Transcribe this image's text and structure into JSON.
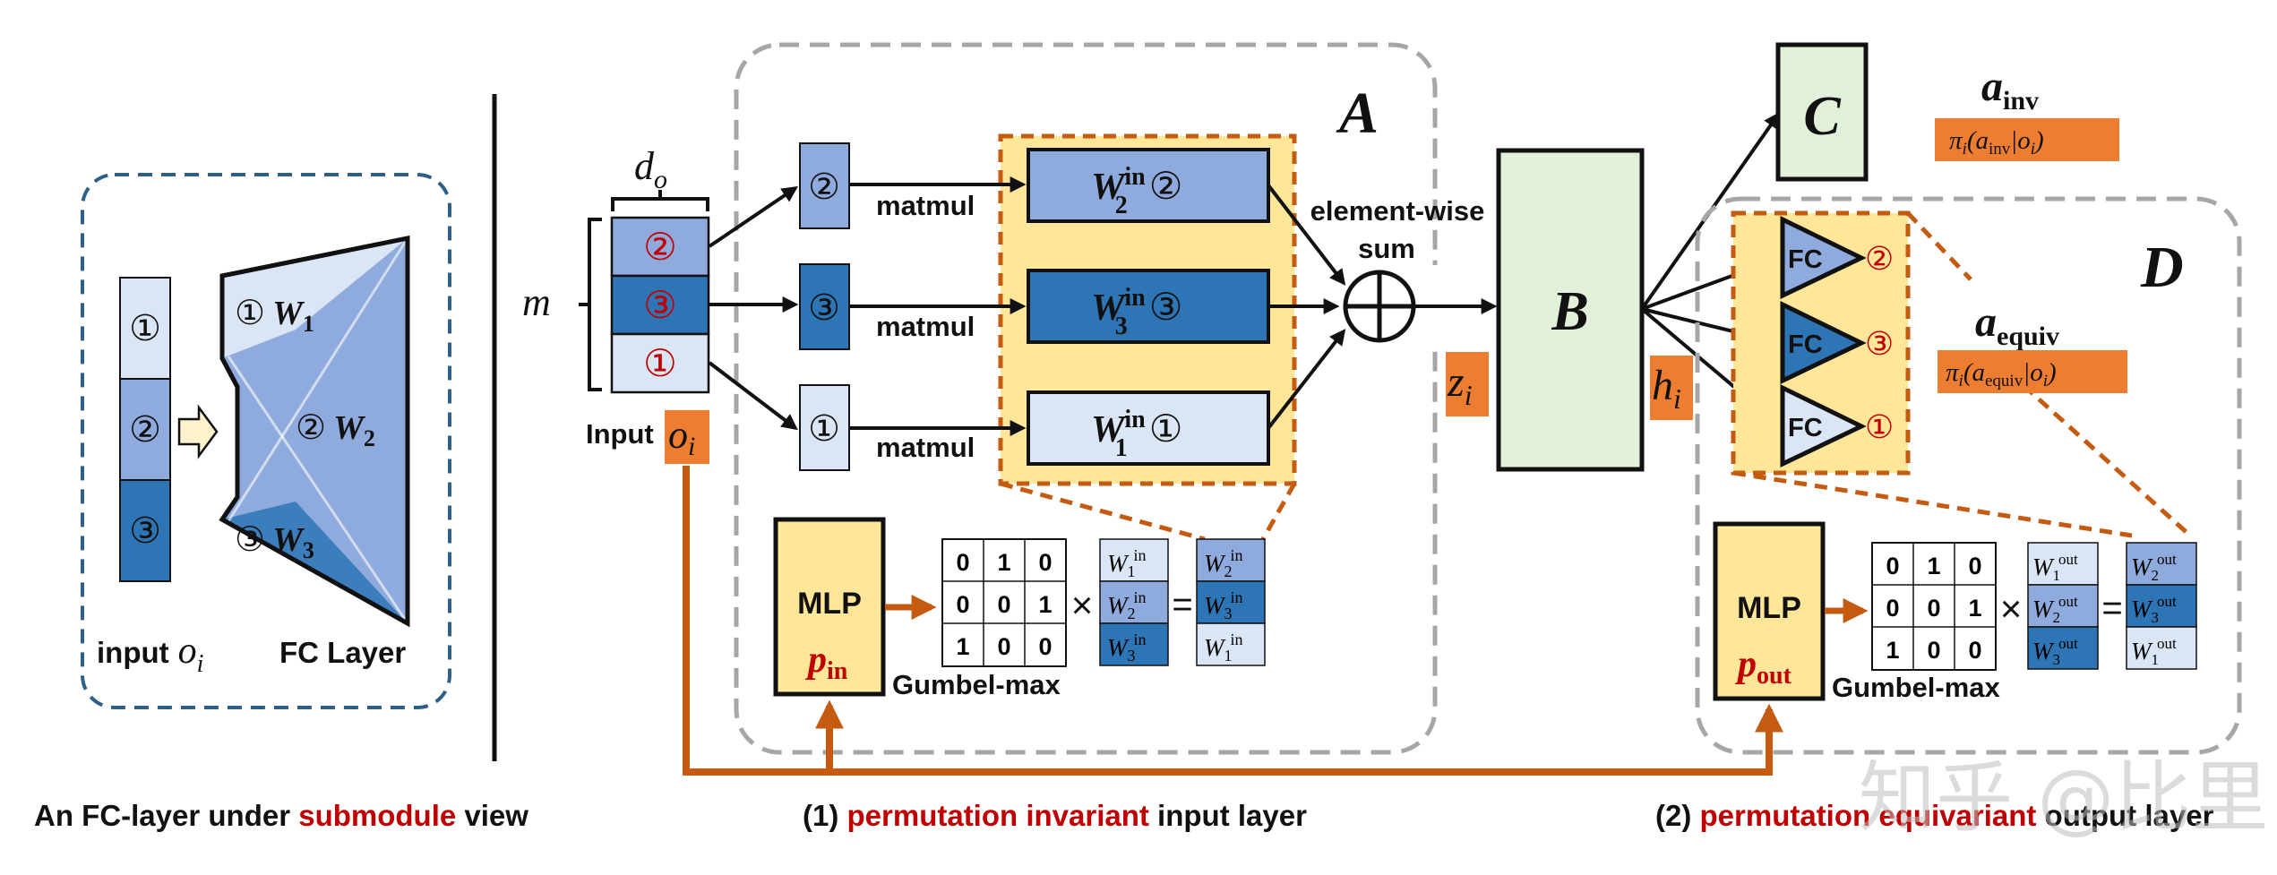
{
  "left_panel": {
    "slots": [
      "①",
      "②",
      "③"
    ],
    "weights": [
      {
        "num": "①",
        "w": "W",
        "sub": "1"
      },
      {
        "num": "②",
        "w": "W",
        "sub": "2"
      },
      {
        "num": "③",
        "w": "W",
        "sub": "3"
      }
    ],
    "input_label": "input",
    "input_var": "o",
    "input_sub": "i",
    "fc_label": "FC Layer"
  },
  "input_block": {
    "d": "d",
    "d_sub": "o",
    "m": "m",
    "rows": [
      "②",
      "③",
      "①"
    ],
    "label": "Input",
    "var": "o",
    "var_sub": "i"
  },
  "module_a": {
    "letter": "A",
    "slots": [
      "②",
      "③",
      "①"
    ],
    "matmul": "matmul",
    "weights": [
      {
        "w": "W",
        "sup": "in",
        "sub": "2",
        "num": "②"
      },
      {
        "w": "W",
        "sup": "in",
        "sub": "3",
        "num": "③"
      },
      {
        "w": "W",
        "sup": "in",
        "sub": "1",
        "num": "①"
      }
    ],
    "sum_line1": "element-wise",
    "sum_line2": "sum",
    "mlp": "MLP",
    "p": "p",
    "p_sub": "in",
    "gumbel": "Gumbel-max",
    "perm_matrix": [
      [
        "0",
        "1",
        "0"
      ],
      [
        "0",
        "0",
        "1"
      ],
      [
        "1",
        "0",
        "0"
      ]
    ],
    "times": "×",
    "equals": "=",
    "w_in": [
      {
        "w": "W",
        "sub": "1",
        "sup": "in"
      },
      {
        "w": "W",
        "sub": "2",
        "sup": "in"
      },
      {
        "w": "W",
        "sub": "3",
        "sup": "in"
      }
    ],
    "w_out": [
      {
        "w": "W",
        "sub": "2",
        "sup": "in"
      },
      {
        "w": "W",
        "sub": "3",
        "sup": "in"
      },
      {
        "w": "W",
        "sub": "1",
        "sup": "in"
      }
    ]
  },
  "z": {
    "var": "z",
    "sub": "i"
  },
  "module_b": {
    "letter": "B"
  },
  "h": {
    "var": "h",
    "sub": "i"
  },
  "module_c": {
    "letter": "C"
  },
  "a_inv": {
    "a": "a",
    "a_sub": "inv",
    "pi": "π",
    "pi_sub": "i",
    "pi_arg_a": "a",
    "pi_arg_sub": "inv",
    "pi_arg_o": "o",
    "pi_arg_o_sub": "i"
  },
  "module_d": {
    "letter": "D",
    "fc": "FC",
    "outs": [
      "②",
      "③",
      "①"
    ],
    "mlp": "MLP",
    "p": "p",
    "p_sub": "out",
    "gumbel": "Gumbel-max",
    "perm_matrix": [
      [
        "0",
        "1",
        "0"
      ],
      [
        "0",
        "0",
        "1"
      ],
      [
        "1",
        "0",
        "0"
      ]
    ],
    "times": "×",
    "equals": "=",
    "w_in": [
      {
        "w": "W",
        "sub": "1",
        "sup": "out"
      },
      {
        "w": "W",
        "sub": "2",
        "sup": "out"
      },
      {
        "w": "W",
        "sub": "3",
        "sup": "out"
      }
    ],
    "w_out": [
      {
        "w": "W",
        "sub": "2",
        "sup": "out"
      },
      {
        "w": "W",
        "sub": "3",
        "sup": "out"
      },
      {
        "w": "W",
        "sub": "1",
        "sup": "out"
      }
    ]
  },
  "a_equiv": {
    "a": "a",
    "a_sub": "equiv",
    "pi": "π",
    "pi_sub": "i",
    "pi_arg_a": "a",
    "pi_arg_sub": "equiv",
    "pi_arg_o": "o",
    "pi_arg_o_sub": "i"
  },
  "captions": {
    "left": {
      "pre": "An FC-layer under ",
      "hl": "submodule",
      "post": " view"
    },
    "middle": {
      "pre": "(1) ",
      "hl": "permutation invariant",
      "post": " input layer"
    },
    "right": {
      "pre": "(2) ",
      "hl": "permutation equivariant",
      "post": " output layer"
    }
  },
  "watermark": "知乎 @比里",
  "colors": {
    "light_blue": "#dae6f5",
    "mid_blue": "#8faadc",
    "dark_blue": "#2e75b6",
    "orange": "#ed7d31",
    "orange_line": "#c55a11",
    "highlight_yellow": "#ffe699",
    "mlp_yellow": "#ffe699",
    "green": "#e2f0d9",
    "red_text": "#c00000",
    "dash_gray": "#a6a6a6",
    "dash_blue": "#2e5f8a"
  }
}
